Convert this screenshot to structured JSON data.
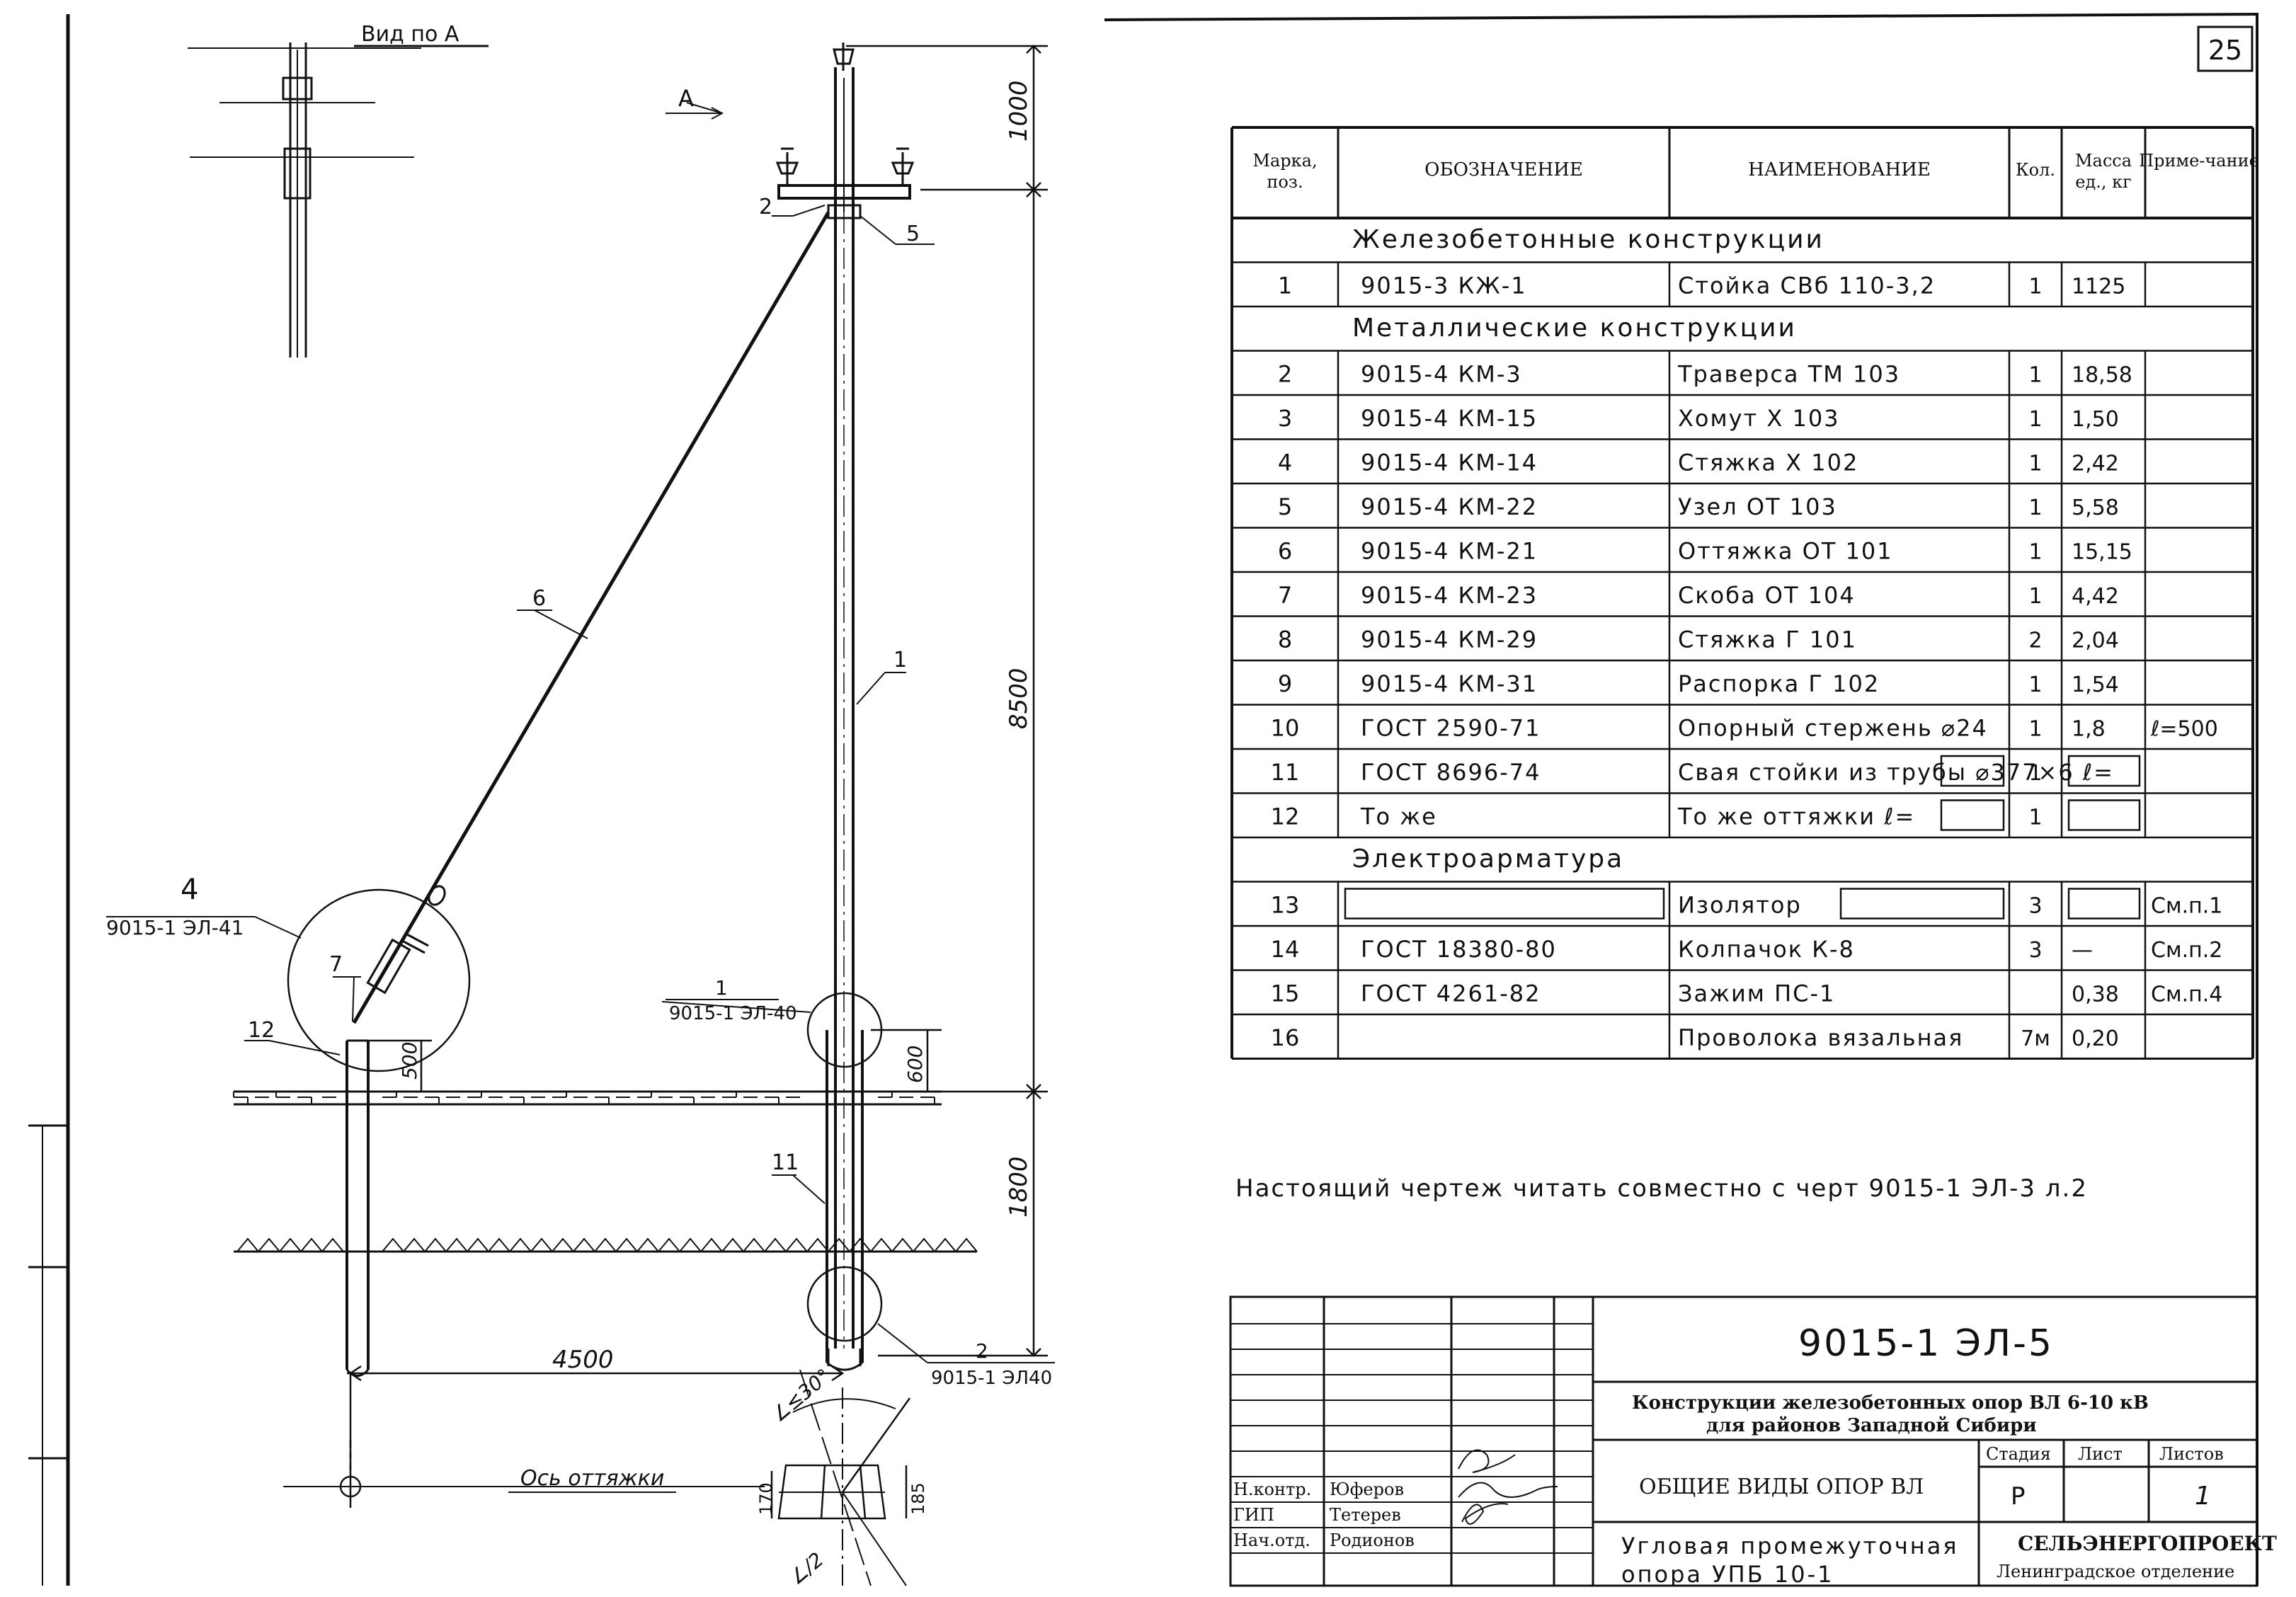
{
  "page_number": "25",
  "drawing": {
    "view_label": "Вид по А",
    "arrow_label": "А",
    "dimensions": {
      "top_height": "1000",
      "main_height": "8500",
      "below_ground_pole": "1800",
      "anchor_offset": "4500",
      "anchor_above_ground": "500",
      "pole_above_ground": "600",
      "angle": "∠≤30°",
      "angle_half": "∠/2",
      "width_170": "170",
      "width_185": "185"
    },
    "axis_label": "Ось оттяжки",
    "callouts": [
      {
        "num": "1",
        "ref": ""
      },
      {
        "num": "2",
        "ref": ""
      },
      {
        "num": "5",
        "ref": ""
      },
      {
        "num": "6",
        "ref": ""
      },
      {
        "num": "7",
        "ref": ""
      },
      {
        "num": "11",
        "ref": ""
      },
      {
        "num": "12",
        "ref": ""
      },
      {
        "num": "4",
        "ref": "9015-1 ЭЛ-41"
      },
      {
        "num": "1",
        "ref": "9015-1 ЭЛ-40"
      },
      {
        "num": "2",
        "ref": "9015-1 ЭЛ40"
      }
    ]
  },
  "spec_table": {
    "headers": [
      "Марка, поз.",
      "ОБОЗНАЧЕНИЕ",
      "НАИМЕНОВАНИЕ",
      "Кол.",
      "Масса ед., кг",
      "Приме-чание"
    ],
    "rows": [
      {
        "type": "section",
        "title": "Железобетонные конструкции"
      },
      {
        "type": "item",
        "pos": "1",
        "designation": "9015-3 КЖ-1",
        "name": "Стойка СВб 110-3,2",
        "qty": "1",
        "mass": "1125",
        "note": ""
      },
      {
        "type": "section",
        "title": "Металлические конструкции"
      },
      {
        "type": "item",
        "pos": "2",
        "designation": "9015-4 КМ-3",
        "name": "Траверса ТМ 103",
        "qty": "1",
        "mass": "18,58",
        "note": ""
      },
      {
        "type": "item",
        "pos": "3",
        "designation": "9015-4 КМ-15",
        "name": "Хомут Х 103",
        "qty": "1",
        "mass": "1,50",
        "note": ""
      },
      {
        "type": "item",
        "pos": "4",
        "designation": "9015-4 КМ-14",
        "name": "Стяжка Х 102",
        "qty": "1",
        "mass": "2,42",
        "note": ""
      },
      {
        "type": "item",
        "pos": "5",
        "designation": "9015-4 КМ-22",
        "name": "Узел ОТ 103",
        "qty": "1",
        "mass": "5,58",
        "note": ""
      },
      {
        "type": "item",
        "pos": "6",
        "designation": "9015-4 КМ-21",
        "name": "Оттяжка ОТ 101",
        "qty": "1",
        "mass": "15,15",
        "note": ""
      },
      {
        "type": "item",
        "pos": "7",
        "designation": "9015-4 КМ-23",
        "name": "Скоба ОТ 104",
        "qty": "1",
        "mass": "4,42",
        "note": ""
      },
      {
        "type": "item",
        "pos": "8",
        "designation": "9015-4 КМ-29",
        "name": "Стяжка Г 101",
        "qty": "2",
        "mass": "2,04",
        "note": ""
      },
      {
        "type": "item",
        "pos": "9",
        "designation": "9015-4 КМ-31",
        "name": "Распорка Г 102",
        "qty": "1",
        "mass": "1,54",
        "note": ""
      },
      {
        "type": "item",
        "pos": "10",
        "designation": "ГОСТ 2590-71",
        "name": "Опорный стержень ⌀24",
        "qty": "1",
        "mass": "1,8",
        "note": "ℓ=500"
      },
      {
        "type": "item",
        "pos": "11",
        "designation": "ГОСТ 8696-74",
        "name": "Свая стойки из трубы ⌀377×6 ℓ=",
        "qty": "1",
        "mass": "",
        "note": ""
      },
      {
        "type": "item",
        "pos": "12",
        "designation": "То же",
        "name": "То же оттяжки ℓ=",
        "qty": "1",
        "mass": "",
        "note": ""
      },
      {
        "type": "section",
        "title": "Электроарматура"
      },
      {
        "type": "item",
        "pos": "13",
        "designation": "",
        "name": "Изолятор",
        "qty": "3",
        "mass": "",
        "note": "См.п.1"
      },
      {
        "type": "item",
        "pos": "14",
        "designation": "ГОСТ 18380-80",
        "name": "Колпачок К-8",
        "qty": "3",
        "mass": "—",
        "note": "См.п.2"
      },
      {
        "type": "item",
        "pos": "15",
        "designation": "ГОСТ 4261-82",
        "name": "Зажим ПС-1",
        "qty": "",
        "mass": "0,38",
        "note": "См.п.4"
      },
      {
        "type": "item",
        "pos": "16",
        "designation": "",
        "name": "Проволока вязальная",
        "qty": "7м",
        "mass": "0,20",
        "note": ""
      }
    ]
  },
  "note_text": "Настоящий чертеж читать совместно с черт 9015-1 ЭЛ-3 л.2",
  "title_block": {
    "doc_number": "9015-1 ЭЛ-5",
    "project_title_line1": "Конструкции железобетонных опор ВЛ 6-10 кВ",
    "project_title_line2": "для районов Западной Сибири",
    "sheet_title": "ОБЩИЕ ВИДЫ ОПОР ВЛ",
    "stage_label": "Стадия",
    "sheet_label": "Лист",
    "sheets_label": "Листов",
    "stage_value": "Р",
    "sheets_value": "1",
    "org": "СЕЛЬЭНЕРГОПРОЕКТ",
    "org_sub": "Ленинградское отделение",
    "type_line1": "Угловая промежуточная",
    "type_line2": "опора УПБ 10-1",
    "roles": [
      {
        "role": "Н.контр.",
        "name": "Юферов"
      },
      {
        "role": "ГИП",
        "name": "Тетерев"
      },
      {
        "role": "Нач.отд.",
        "name": "Родионов"
      }
    ]
  }
}
